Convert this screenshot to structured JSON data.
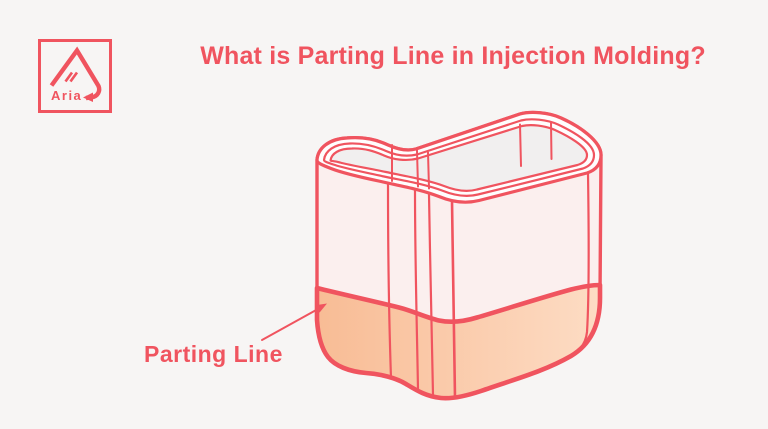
{
  "header": {
    "title": "What is Parting Line in Injection Molding?"
  },
  "logo": {
    "brand": "Aria"
  },
  "diagram": {
    "label": "Parting Line",
    "colors": {
      "background": "#F7F5F4",
      "outline": "#F0545F",
      "body_top": "#FBEFEE",
      "opening": "#F1EFEF",
      "rim_band": "#FFFDFD",
      "bottom_gradient_left": "#F8BC95",
      "bottom_gradient_right": "#FDDCC4"
    }
  }
}
